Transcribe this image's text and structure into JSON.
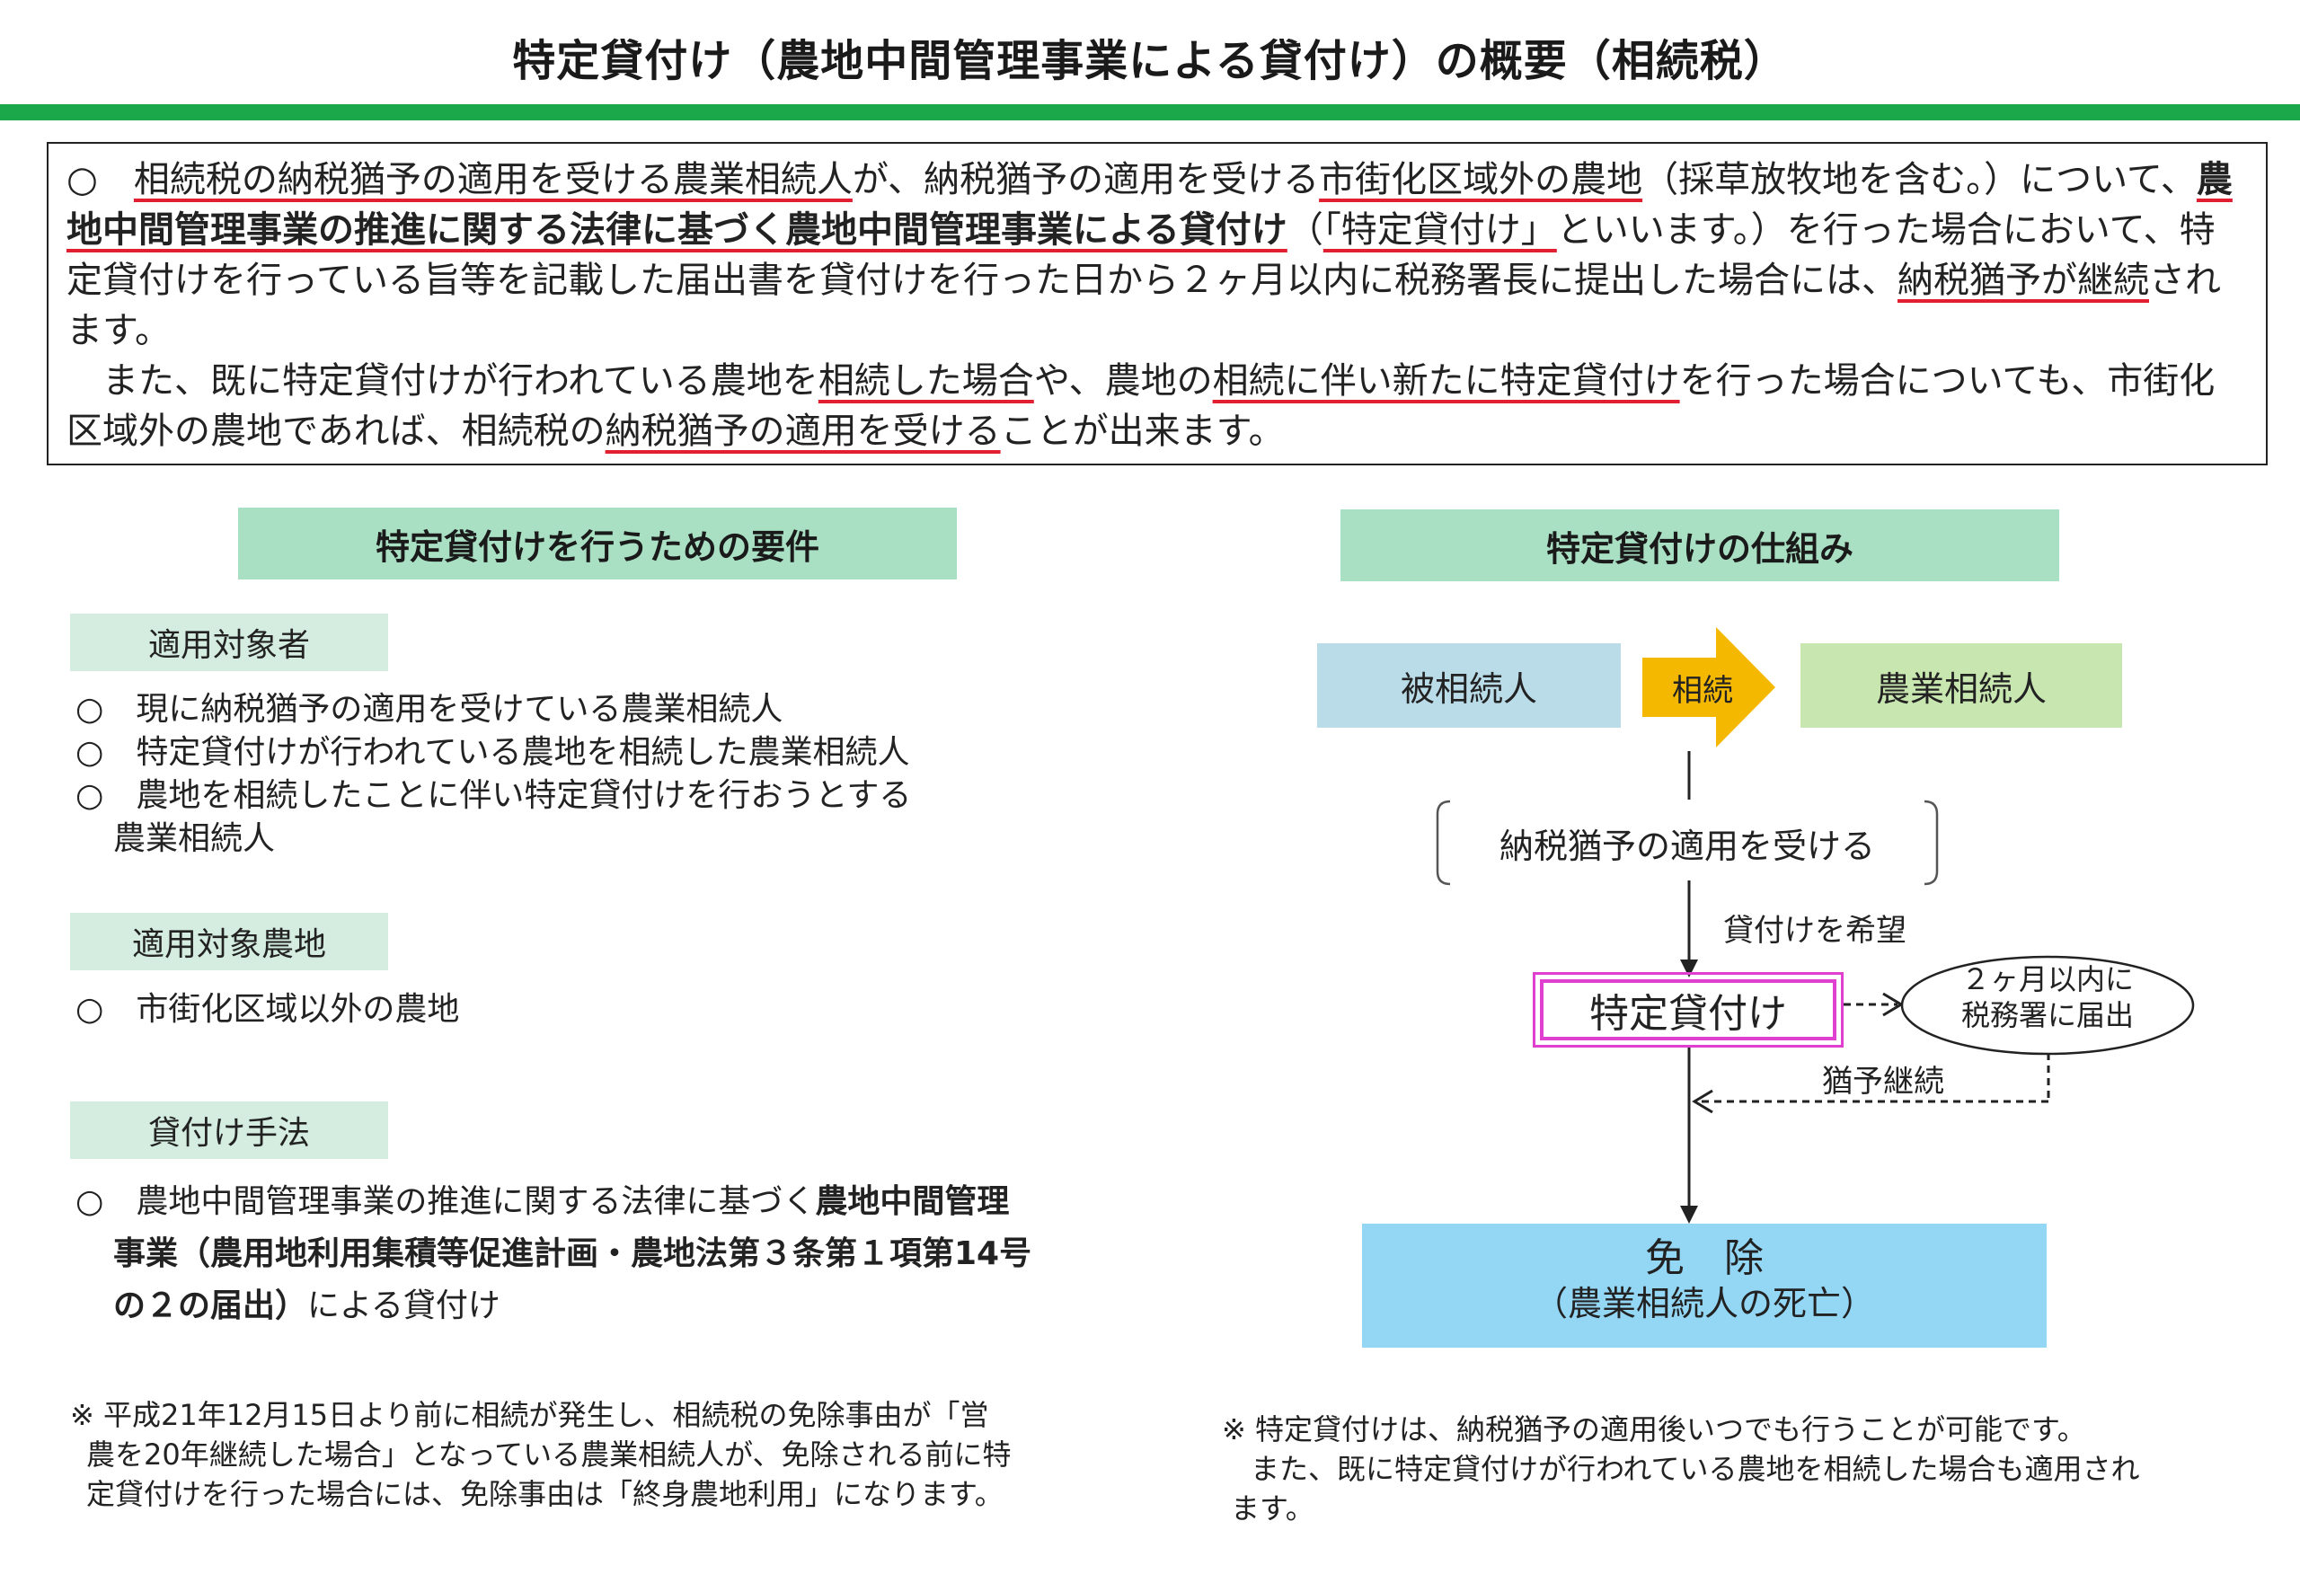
{
  "title": "特定貸付け（農地中間管理事業による貸付け）の概要（相続税）",
  "colors": {
    "green_bar": "#1aa84a",
    "section_head": "#a9dfc3",
    "subhead": "#d4ede0",
    "blue_box": "#b9dce8",
    "green_box": "#c8e6b0",
    "arrow": "#f5b800",
    "magenta": "#e040d0",
    "menjo": "#93d7f5"
  },
  "intro": {
    "circle": "○",
    "p1": {
      "s1": "相続税の納税猶予の適用を受ける農業相続人",
      "s2": "が、納税猶予の適用を受ける",
      "s3": "市街化区域外の農地",
      "s4": "（採草放牧地を含む。）について、",
      "s5": "農地中間管理事業の推進に関する法律に基づく農地中間管理事業による貸付け",
      "s6": "（",
      "s7": "「特定貸付け」",
      "s8": "といいます。）を行った場合において、特定貸付けを行っている旨等を記載した届出書を貸付けを行った日から２ヶ月以内に税務署長に提出した場合には、",
      "s9": "納税猶予が継続",
      "s10": "されます。"
    },
    "p2": {
      "s1": "また、既に特定貸付けが行われている農地を",
      "s2": "相続した場合",
      "s3": "や、農地の",
      "s4": "相続に伴い新たに特定貸付け",
      "s5": "を行った場合についても、市街化区域外の農地であれば、相続税の",
      "s6": "納税猶予の適用を受ける",
      "s7": "ことが出来ます。"
    }
  },
  "left": {
    "heading": "特定貸付けを行うための要件",
    "target_person": {
      "label": "適用対象者",
      "items": [
        "○　現に納税猶予の適用を受けている農業相続人",
        "○　特定貸付けが行われている農地を相続した農業相続人",
        "○　農地を相続したことに伴い特定貸付けを行おうとする"
      ],
      "item3_cont": "農業相続人"
    },
    "target_land": {
      "label": "適用対象農地",
      "item": "○　市街化区域以外の農地"
    },
    "method": {
      "label": "貸付け手法",
      "l1_plain": "○　農地中間管理事業の推進に関する法律に基づく",
      "l1_bold": "農地中間管理",
      "l2_bold": "事業（農用地利用集積等促進計画・農地法第３条第１項第14号",
      "l3_bold": "の２の届出）",
      "l3_plain": "による貸付け"
    },
    "note": [
      "※ 平成21年12月15日より前に相続が発生し、相続税の免除事由が「営",
      "農を20年継続した場合」となっている農業相続人が、免除される前に特",
      "定貸付けを行った場合には、免除事由は「終身農地利用」になります。"
    ]
  },
  "right": {
    "heading": "特定貸付けの仕組み",
    "hisozoku": "被相続人",
    "souzoku_arrow": "相続",
    "nogyo": "農業相続人",
    "noze": "納税猶予の適用を受ける",
    "kibou": "貸付けを希望",
    "tokutei": "特定貸付け",
    "todoke": [
      "２ヶ月以内に",
      "税務署に届出"
    ],
    "keizoku": "猶予継続",
    "menjo_title": "免　除",
    "menjo_sub": "（農業相続人の死亡）",
    "note": [
      "※ 特定貸付けは、納税猶予の適用後いつでも行うことが可能です。",
      "　また、既に特定貸付けが行われている農地を相続した場合も適用され",
      "ます。"
    ]
  }
}
